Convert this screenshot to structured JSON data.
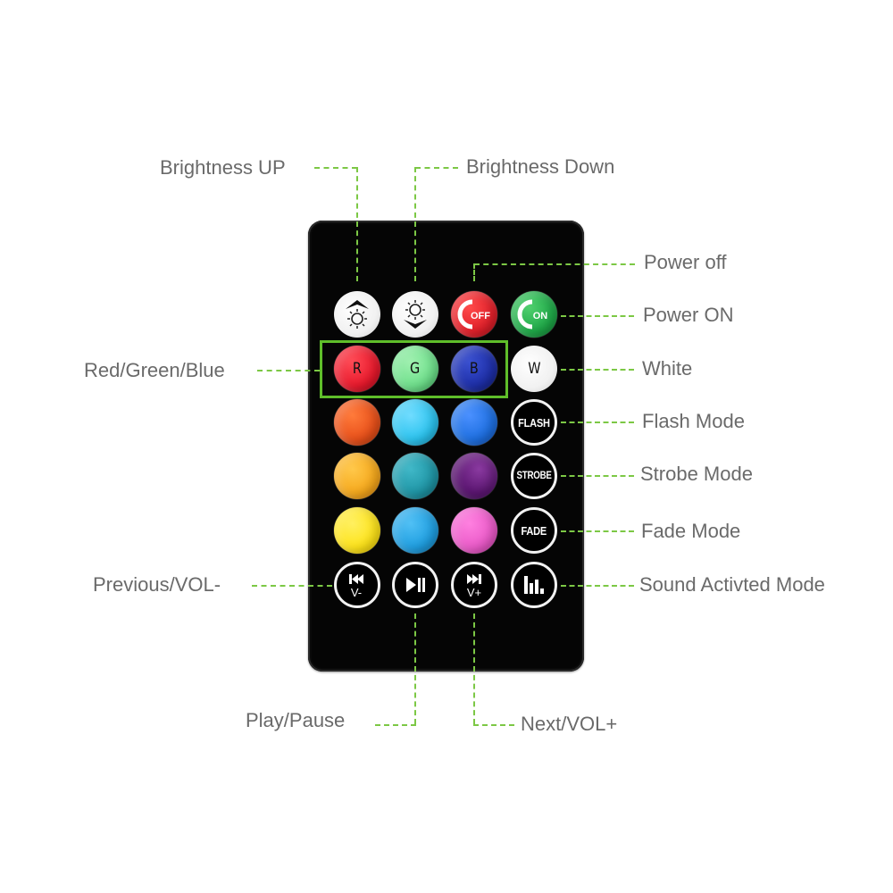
{
  "diagram": {
    "subject": "RGB LED remote control with 24 buttons",
    "accent_color": "#7cc845",
    "highlight_box_color": "#5fbe2a",
    "remote_body_color": "#050505"
  },
  "labels": {
    "brightness_up": "Brightness UP",
    "brightness_down": "Brightness Down",
    "power_off": "Power off",
    "power_on": "Power ON",
    "rgb": "Red/Green/Blue",
    "white": "White",
    "flash": "Flash Mode",
    "strobe": "Strobe Mode",
    "fade": "Fade Mode",
    "previous": "Previous/VOL-",
    "sound": "Sound Activted Mode",
    "play_pause": "Play/Pause",
    "next": "Next/VOL+"
  },
  "buttons": {
    "row1": [
      {
        "name": "brightness-up",
        "icon": "sun-up-icon"
      },
      {
        "name": "brightness-down",
        "icon": "sun-down-icon"
      },
      {
        "name": "power-off",
        "text": "OFF",
        "color": "#e0202a"
      },
      {
        "name": "power-on",
        "text": "ON",
        "color": "#1fa848"
      }
    ],
    "row2": [
      {
        "name": "red",
        "text": "R",
        "color": "#e8192c"
      },
      {
        "name": "green",
        "text": "G",
        "color": "#6fe08c"
      },
      {
        "name": "blue",
        "text": "B",
        "color": "#1e2fa8"
      },
      {
        "name": "white",
        "text": "W",
        "color": "#ffffff"
      }
    ],
    "row3": [
      {
        "name": "orange-red",
        "color": "#e8501a"
      },
      {
        "name": "sky-blue",
        "color": "#2bc3ee"
      },
      {
        "name": "azure",
        "color": "#1e6fe0"
      },
      {
        "name": "flash",
        "text": "FLASH"
      }
    ],
    "row4": [
      {
        "name": "amber",
        "color": "#f5a81c"
      },
      {
        "name": "teal",
        "color": "#1f95a5"
      },
      {
        "name": "purple",
        "color": "#5a1570"
      },
      {
        "name": "strobe",
        "text": "STROBE"
      }
    ],
    "row5": [
      {
        "name": "yellow",
        "color": "#fde31a"
      },
      {
        "name": "cyan-blue",
        "color": "#1f9ee0"
      },
      {
        "name": "pink",
        "color": "#ea5ac8"
      },
      {
        "name": "fade",
        "text": "FADE"
      }
    ],
    "row6": [
      {
        "name": "previous-vol-down",
        "icon": "previous-icon",
        "text": "V-"
      },
      {
        "name": "play-pause",
        "icon": "play-pause-icon"
      },
      {
        "name": "next-vol-up",
        "icon": "next-icon",
        "text": "V+"
      },
      {
        "name": "sound-mode",
        "icon": "equalizer-icon"
      }
    ]
  }
}
